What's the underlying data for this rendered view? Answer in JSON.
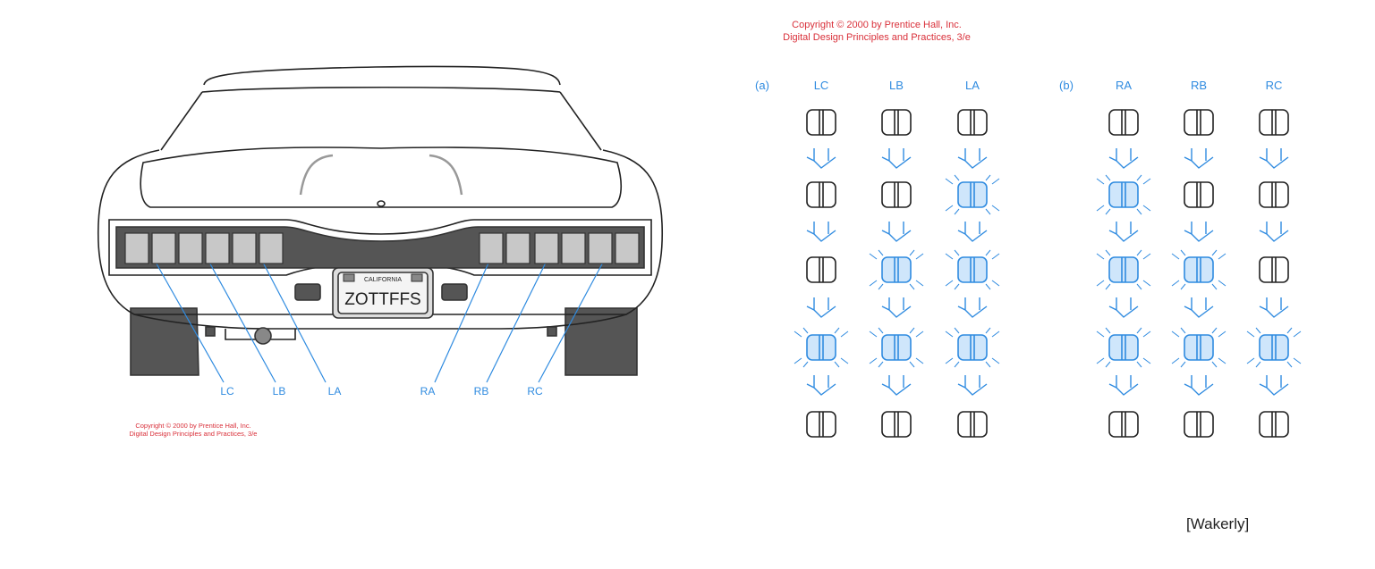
{
  "car": {
    "plate_state": "CALIFORNIA",
    "plate_text": "ZOTTFFS",
    "lamp_labels": [
      "LC",
      "LB",
      "LA",
      "RA",
      "RB",
      "RC"
    ],
    "copyright_line1": "Copyright © 2000 by Prentice Hall, Inc.",
    "copyright_line2": "Digital Design Principles and Practices, 3/e"
  },
  "sequence": {
    "copyright_line1": "Copyright © 2000 by Prentice Hall, Inc.",
    "copyright_line2": "Digital Design Principles and Practices, 3/e",
    "left": {
      "tag": "(a)",
      "columns": [
        "LC",
        "LB",
        "LA"
      ],
      "lit": [
        [
          0,
          0,
          0
        ],
        [
          0,
          0,
          1
        ],
        [
          0,
          1,
          1
        ],
        [
          1,
          1,
          1
        ],
        [
          0,
          0,
          0
        ]
      ]
    },
    "right": {
      "tag": "(b)",
      "columns": [
        "RA",
        "RB",
        "RC"
      ],
      "lit": [
        [
          0,
          0,
          0
        ],
        [
          1,
          0,
          0
        ],
        [
          1,
          1,
          0
        ],
        [
          1,
          1,
          1
        ],
        [
          0,
          0,
          0
        ]
      ]
    }
  },
  "credit": "[Wakerly]",
  "colors": {
    "label_blue": "#2f8be0",
    "lit_fill": "#cfe6fb",
    "copyright_red": "#d9303a",
    "lamp_gray": "#c8c8c8"
  }
}
